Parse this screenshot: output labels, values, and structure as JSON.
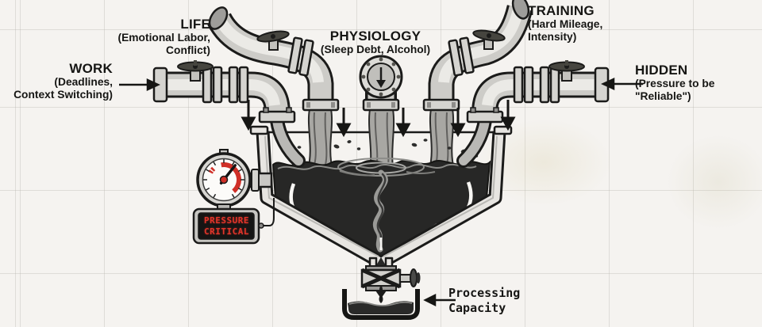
{
  "diagram": {
    "inputs": {
      "work": {
        "title": "WORK",
        "subtitle_line1": "(Deadlines,",
        "subtitle_line2": "Context Switching)"
      },
      "life": {
        "title": "LIFE",
        "subtitle_line1": "(Emotional Labor,",
        "subtitle_line2": "Conflict)"
      },
      "physiology": {
        "title": "PHYSIOLOGY",
        "subtitle_line1": "(Sleep Debt, Alcohol)"
      },
      "training": {
        "title": "TRAINING",
        "subtitle_line1": "(Hard Mileage,",
        "subtitle_line2": "Intensity)"
      },
      "hidden": {
        "title": "HIDDEN",
        "subtitle_line1": "(Pressure to be",
        "subtitle_line2": "\"Reliable\")"
      }
    },
    "gauge": {
      "status_line1": "PRESSURE",
      "status_line2": "CRITICAL"
    },
    "output": {
      "label_line1": "Processing",
      "label_line2": "Capacity"
    },
    "colors": {
      "alert_red": "#cf2f27",
      "ink": "#161614",
      "paper": "#f5f3f0",
      "liquid": "#272726"
    }
  }
}
